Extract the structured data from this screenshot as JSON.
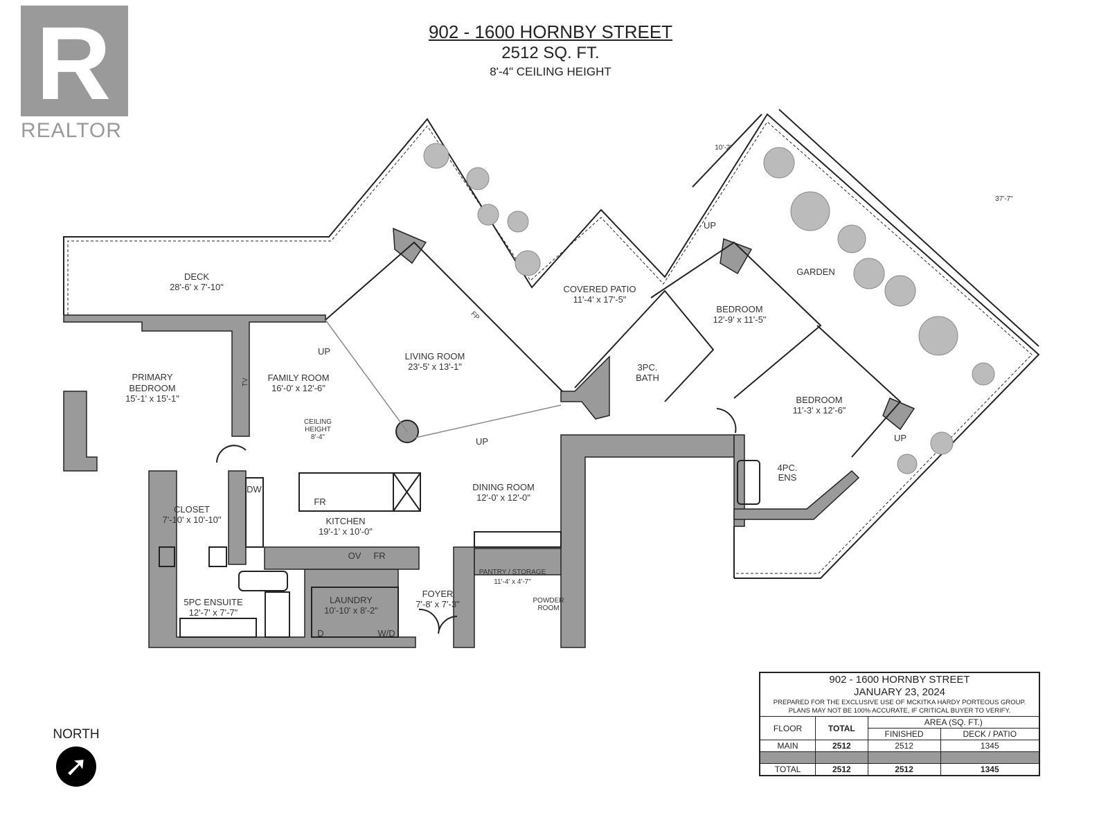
{
  "logo": {
    "text": "REALTOR",
    "mark": "R"
  },
  "header": {
    "address": "902 - 1600 HORNBY STREET",
    "area": "2512 SQ. FT.",
    "ceiling": "8'-4\" CEILING HEIGHT"
  },
  "rooms": {
    "deck": {
      "name": "DECK",
      "dims": "28'-6' x 7'-10\""
    },
    "covered_patio": {
      "name": "COVERED PATIO",
      "dims": "11'-4' x 17'-5\""
    },
    "garden": {
      "name": "GARDEN"
    },
    "primary_bedroom": {
      "name1": "PRIMARY",
      "name2": "BEDROOM",
      "dims": "15'-1' x 15'-1\""
    },
    "family_room": {
      "name": "FAMILY ROOM",
      "dims": "16'-0' x 12'-6\""
    },
    "ceiling_note": {
      "l1": "CEILING",
      "l2": "HEIGHT",
      "l3": "8'-4\""
    },
    "living_room": {
      "name": "LIVING ROOM",
      "dims": "23'-5' x 13'-1\""
    },
    "bedroom2": {
      "name": "BEDROOM",
      "dims": "12'-9' x 11'-5\""
    },
    "bedroom3": {
      "name": "BEDROOM",
      "dims": "11'-3' x 12'-6\""
    },
    "bath3": {
      "l1": "3PC.",
      "l2": "BATH"
    },
    "ens4": {
      "l1": "4PC.",
      "l2": "ENS"
    },
    "dining_room": {
      "name": "DINING ROOM",
      "dims": "12'-0' x 12'-0\""
    },
    "kitchen": {
      "name": "KITCHEN",
      "dims": "19'-1' x 10'-0\""
    },
    "closet": {
      "name": "CLOSET",
      "dims": "7'-10' x 10'-10\""
    },
    "ensuite5": {
      "name": "5PC ENSUITE",
      "dims": "12'-7' x 7'-7\""
    },
    "laundry": {
      "name": "LAUNDRY",
      "dims": "10'-10' x 8'-2\""
    },
    "foyer": {
      "name": "FOYER",
      "dims": "7'-8' x 7'-3\""
    },
    "pantry": {
      "name": "PANTRY / STORAGE",
      "dims": "11'-4' x 4'-7\""
    },
    "powder": {
      "l1": "POWDER",
      "l2": "ROOM"
    }
  },
  "fixtures": {
    "fp": "FP",
    "tv": "TV",
    "dw": "DW",
    "fr": "FR",
    "ov": "OV",
    "fr2": "FR",
    "d": "D",
    "wd": "W/D"
  },
  "annotations": {
    "up": "UP",
    "dim_top": "10'-2\"",
    "dim_side": "37'-7\""
  },
  "north": {
    "label": "NORTH"
  },
  "legend": {
    "address": "902 - 1600 HORNBY STREET",
    "date": "JANUARY 23, 2024",
    "note1": "PREPARED FOR THE EXCLUSIVE USE OF MCKITKA HARDY PORTEOUS GROUP.",
    "note2": "PLANS MAY NOT BE 100% ACCURATE, IF CRITICAL BUYER TO VERIFY.",
    "headers": {
      "floor": "FLOOR",
      "total": "TOTAL",
      "area": "AREA (SQ. FT.)",
      "finished": "FINISHED",
      "deck": "DECK / PATIO"
    },
    "rows": [
      {
        "floor": "MAIN",
        "total": "2512",
        "finished": "2512",
        "deck": "1345"
      },
      {
        "floor": "TOTAL",
        "total": "2512",
        "finished": "2512",
        "deck": "1345"
      }
    ]
  },
  "colors": {
    "wall": "#9a9a9a",
    "line": "#222222"
  }
}
